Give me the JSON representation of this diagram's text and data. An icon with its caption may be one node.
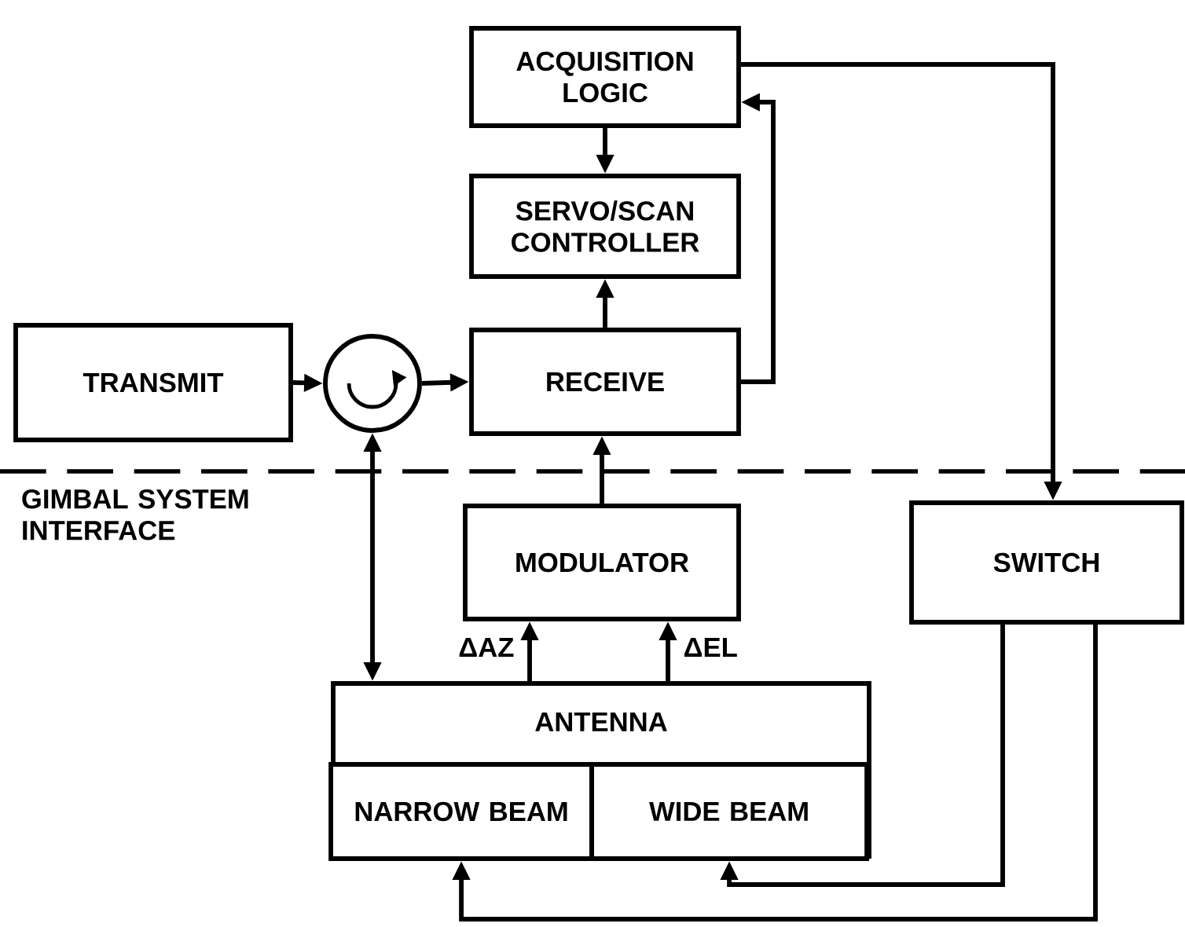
{
  "diagram": {
    "nodes": [
      {
        "text": [
          "ACQUISITION LOGIC"
        ]
      },
      {
        "text": [
          "SERVO/SCAN CONTROLLER"
        ]
      },
      {
        "text": [
          "TRANSMIT"
        ]
      },
      {
        "text": [],
        "shape": "circle"
      },
      {
        "text": [
          "RECEIVE"
        ]
      },
      {
        "text": [
          "MODULATOR"
        ]
      },
      {
        "text": [
          "SWITCH"
        ]
      },
      {
        "text": [
          "ANTENNA"
        ]
      },
      {
        "text": [
          "NARROW BEAM"
        ],
        "in": 7
      },
      {
        "text": [
          "WIDE BEAM"
        ],
        "in": 7
      }
    ],
    "edges": [
      {
        "from": 0,
        "to": 1,
        "arrow": "to"
      },
      {
        "from": 4,
        "to": 1,
        "arrow": "to"
      },
      {
        "from": 4,
        "to": 0,
        "arrow": "to"
      },
      {
        "from": 0,
        "to": 6,
        "arrow": "to"
      },
      {
        "from": 2,
        "to": 3,
        "arrow": "to"
      },
      {
        "from": 3,
        "to": 4,
        "arrow": "to"
      },
      {
        "from": 3,
        "to": 7,
        "arrow": "both"
      },
      {
        "from": 7,
        "to": 5,
        "arrow": "to",
        "label": "ΔAZ"
      },
      {
        "from": 7,
        "to": 5,
        "arrow": "to",
        "label": "ΔEL"
      },
      {
        "from": 5,
        "to": 4,
        "arrow": "to"
      },
      {
        "from": 6,
        "to": 9,
        "arrow": "to"
      },
      {
        "from": 6,
        "to": 8,
        "arrow": "to"
      }
    ],
    "labels": [
      "GIMBAL SYSTEM INTERFACE"
    ]
  }
}
